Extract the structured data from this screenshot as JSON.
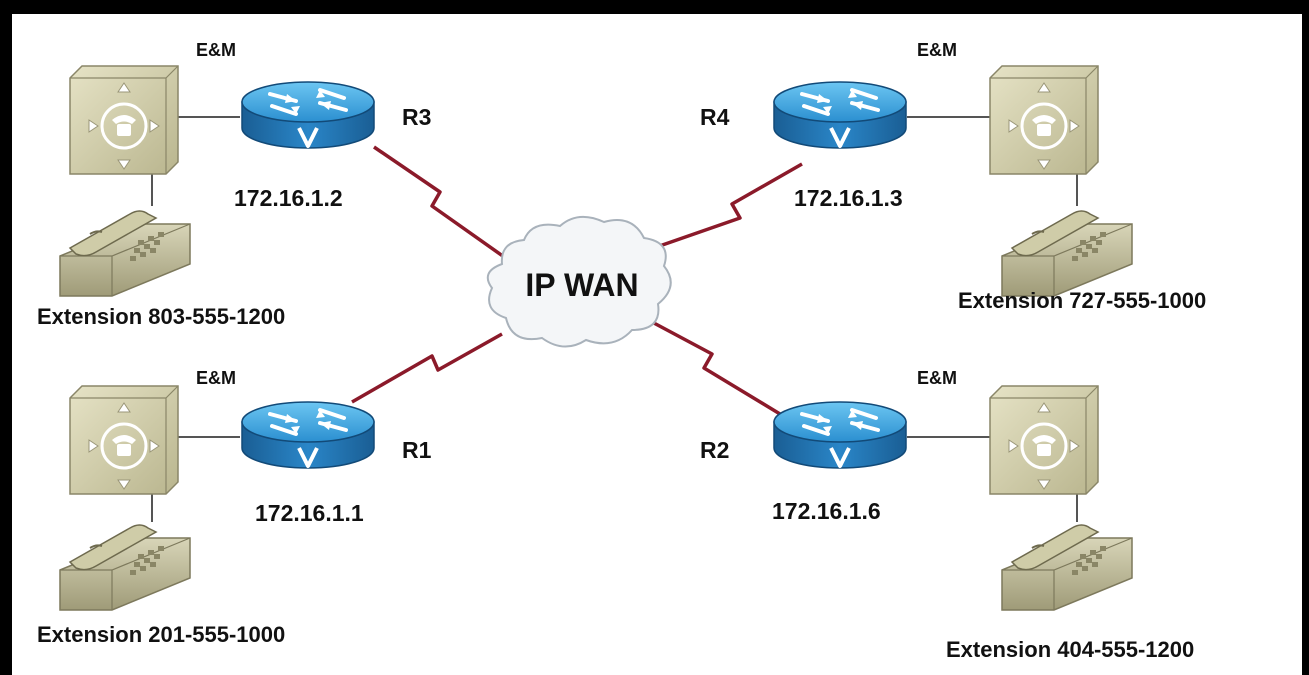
{
  "cloud": {
    "label": "IP WAN"
  },
  "routers": [
    {
      "id": "R3",
      "name": "R3",
      "ip": "172.16.1.2",
      "interface": "E&M",
      "extension": "Extension 803-555-1200"
    },
    {
      "id": "R4",
      "name": "R4",
      "ip": "172.16.1.3",
      "interface": "E&M",
      "extension": "Extension 727-555-1000"
    },
    {
      "id": "R1",
      "name": "R1",
      "ip": "172.16.1.1",
      "interface": "E&M",
      "extension": "Extension 201-555-1000"
    },
    {
      "id": "R2",
      "name": "R2",
      "ip": "172.16.1.6",
      "interface": "E&M",
      "extension": "Extension 404-555-1200"
    }
  ],
  "colors": {
    "router_top": "#3aa3e0",
    "router_side": "#1e6fa8",
    "wan_link": "#8b1a2a",
    "lan_link": "#555555",
    "device": "#d8d4b0",
    "cloud": "#f4f6f8"
  }
}
